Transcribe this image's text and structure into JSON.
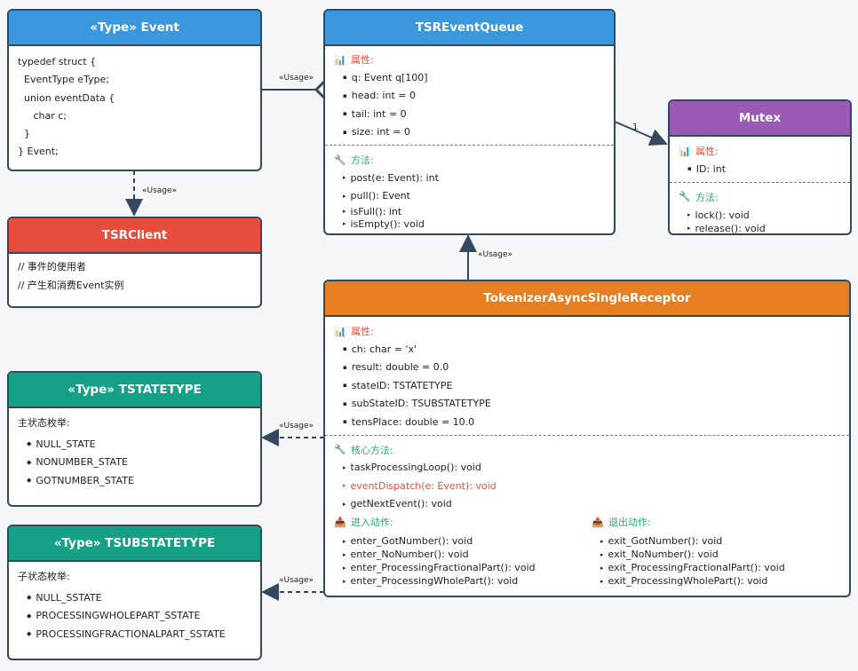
{
  "colors": {
    "blue": "#3b97db",
    "red": "#e74c3c",
    "purple": "#9b59b6",
    "orange": "#e67e22",
    "green": "#16a085",
    "line": "#34495e"
  },
  "event": {
    "title": "«Type» Event",
    "code": "typedef struct {\n  EventType eType;\n  union eventData {\n     char c;\n  }\n} Event;"
  },
  "client": {
    "title": "TSRClient",
    "lines": [
      "// 事件的使用者",
      "// 产生和消费Event实例"
    ]
  },
  "queue": {
    "title": "TSREventQueue",
    "attr_label": "属性:",
    "attrs": [
      "q: Event q[100]",
      "head: int = 0",
      "tail: int = 0",
      "size: int = 0"
    ],
    "method_label": "方法:",
    "methods": [
      "post(e: Event): int",
      "pull(): Event",
      "isFull(): int",
      "isEmpty(): void"
    ]
  },
  "mutex": {
    "title": "Mutex",
    "attr_label": "属性:",
    "attrs": [
      "ID: int"
    ],
    "method_label": "方法:",
    "methods": [
      "lock(): void",
      "release(): void"
    ]
  },
  "tokenizer": {
    "title": "TokenizerAsyncSingleReceptor",
    "attr_label": "属性:",
    "attrs": [
      "ch: char = 'x'",
      "result: double = 0.0",
      "stateID: TSTATETYPE",
      "subStateID: TSUBSTATETYPE",
      "tensPlace: double = 10.0"
    ],
    "method_label": "核心方法:",
    "methods": [
      "taskProcessingLoop(): void",
      "eventDispatch(e: Event): void",
      "getNextEvent(): void"
    ],
    "entry_label": "进入动作:",
    "entry": [
      "enter_GotNumber(): void",
      "enter_NoNumber(): void",
      "enter_ProcessingFractionalPart(): void",
      "enter_ProcessingWholePart(): void"
    ],
    "exit_label": "退出动作:",
    "exit": [
      "exit_GotNumber(): void",
      "exit_NoNumber(): void",
      "exit_ProcessingFractionalPart(): void",
      "exit_ProcessingWholePart(): void"
    ]
  },
  "tstate": {
    "title": "«Type» TSTATETYPE",
    "label": "主状态枚举:",
    "items": [
      "NULL_STATE",
      "NONUMBER_STATE",
      "GOTNUMBER_STATE"
    ]
  },
  "tsubstate": {
    "title": "«Type» TSUBSTATETYPE",
    "label": "子状态枚举:",
    "items": [
      "NULL_SSTATE",
      "PROCESSINGWHOLEPART_SSTATE",
      "PROCESSINGFRACTIONALPART_SSTATE"
    ]
  },
  "edges": {
    "usage": "«Usage»",
    "multiplicity": "1"
  }
}
